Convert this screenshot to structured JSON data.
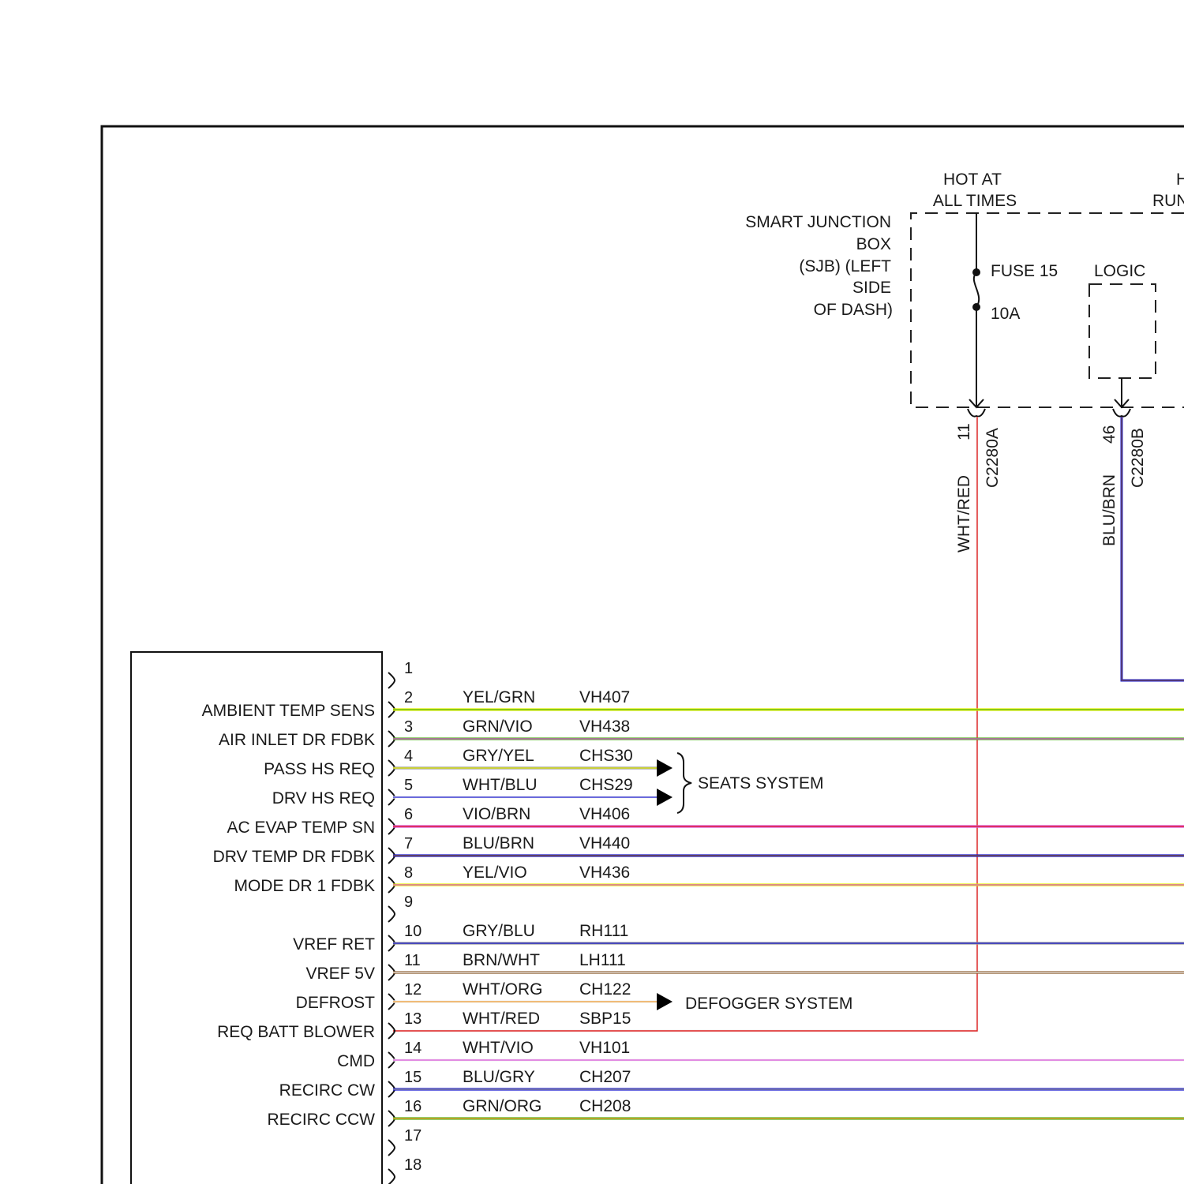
{
  "colors": {
    "YEL": "#e6f000",
    "GRN": "#55b520",
    "VIO": "#d84fd8",
    "GRY": "#9a9a9a",
    "WHT": "#f2f2f2",
    "BLU": "#1a1ad0",
    "BRN": "#8a5a2a",
    "ORG": "#f09a30",
    "RED": "#e02020",
    "BLK": "#111111"
  },
  "header": {
    "hot_at_line1": "HOT AT",
    "hot_at_line2": "ALL TIMES",
    "hot_run_line1": "H",
    "hot_run_line2": "RUN"
  },
  "sjb": {
    "label_lines": [
      "SMART JUNCTION",
      "BOX",
      "(SJB) (LEFT",
      "SIDE",
      "OF DASH)"
    ],
    "fuse_label": "FUSE 15",
    "fuse_rating": "10A",
    "logic_label": "LOGIC",
    "connector_a": {
      "pin": "11",
      "name": "C2280A",
      "wire_color": "WHT/RED"
    },
    "connector_b": {
      "pin": "46",
      "name": "C2280B",
      "wire_color": "BLU/BRN"
    }
  },
  "module_pins": [
    {
      "pin": "1",
      "label": "",
      "color": "",
      "circuit": "",
      "stroke": []
    },
    {
      "pin": "2",
      "label": "AMBIENT TEMP SENS",
      "color": "YEL/GRN",
      "circuit": "VH407",
      "stroke": [
        "YEL",
        "GRN"
      ]
    },
    {
      "pin": "3",
      "label": "AIR INLET DR FDBK",
      "color": "GRN/VIO",
      "circuit": "VH438",
      "stroke": [
        "GRN",
        "VIO"
      ]
    },
    {
      "pin": "4",
      "label": "PASS HS REQ",
      "color": "GRY/YEL",
      "circuit": "CHS30",
      "stroke": [
        "GRY",
        "YEL"
      ]
    },
    {
      "pin": "5",
      "label": "DRV HS REQ",
      "color": "WHT/BLU",
      "circuit": "CHS29",
      "stroke": [
        "WHT",
        "BLU"
      ]
    },
    {
      "pin": "6",
      "label": "AC EVAP TEMP SN",
      "color": "VIO/BRN",
      "circuit": "VH406",
      "stroke": [
        "VIO",
        "RED"
      ]
    },
    {
      "pin": "7",
      "label": "DRV TEMP DR FDBK",
      "color": "BLU/BRN",
      "circuit": "VH440",
      "stroke": [
        "BLU",
        "BRN"
      ]
    },
    {
      "pin": "8",
      "label": "MODE DR 1 FDBK",
      "color": "YEL/VIO",
      "circuit": "VH436",
      "stroke": [
        "YEL",
        "VIO"
      ]
    },
    {
      "pin": "9",
      "label": "",
      "color": "",
      "circuit": "",
      "stroke": []
    },
    {
      "pin": "10",
      "label": "VREF RET",
      "color": "GRY/BLU",
      "circuit": "RH111",
      "stroke": [
        "GRY",
        "BLU"
      ]
    },
    {
      "pin": "11",
      "label": "VREF 5V",
      "color": "BRN/WHT",
      "circuit": "LH111",
      "stroke": [
        "BRN",
        "WHT"
      ]
    },
    {
      "pin": "12",
      "label": "DEFROST",
      "color": "WHT/ORG",
      "circuit": "CH122",
      "stroke": [
        "WHT",
        "ORG"
      ]
    },
    {
      "pin": "13",
      "label": "REQ BATT BLOWER",
      "color": "WHT/RED",
      "circuit": "SBP15",
      "stroke": [
        "WHT",
        "RED"
      ]
    },
    {
      "pin": "14",
      "label": "CMD",
      "color": "WHT/VIO",
      "circuit": "VH101",
      "stroke": [
        "WHT",
        "VIO"
      ]
    },
    {
      "pin": "15",
      "label": "RECIRC CW",
      "color": "BLU/GRY",
      "circuit": "CH207",
      "stroke": [
        "BLU",
        "GRY"
      ]
    },
    {
      "pin": "16",
      "label": "RECIRC CCW",
      "color": "GRN/ORG",
      "circuit": "CH208",
      "stroke": [
        "GRN",
        "ORG"
      ]
    },
    {
      "pin": "17",
      "label": "",
      "color": "",
      "circuit": "",
      "stroke": []
    },
    {
      "pin": "18",
      "label": "",
      "color": "",
      "circuit": "",
      "stroke": []
    }
  ],
  "seats_system": "SEATS SYSTEM",
  "defogger_system": "DEFOGGER SYSTEM"
}
